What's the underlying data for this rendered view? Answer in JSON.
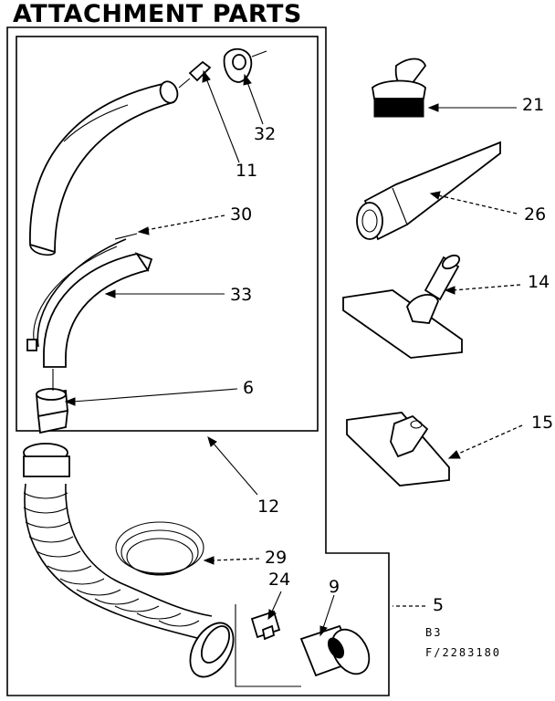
{
  "title": "ATTACHMENT PARTS",
  "part_numbers": {
    "p21": "21",
    "p26": "26",
    "p14": "14",
    "p15": "15",
    "p32": "32",
    "p11": "11",
    "p30": "30",
    "p33": "33",
    "p6": "6",
    "p12": "12",
    "p29": "29",
    "p24": "24",
    "p9": "9",
    "p5": "5"
  },
  "codes": {
    "line1": "B3",
    "line2": "F/2283180"
  }
}
